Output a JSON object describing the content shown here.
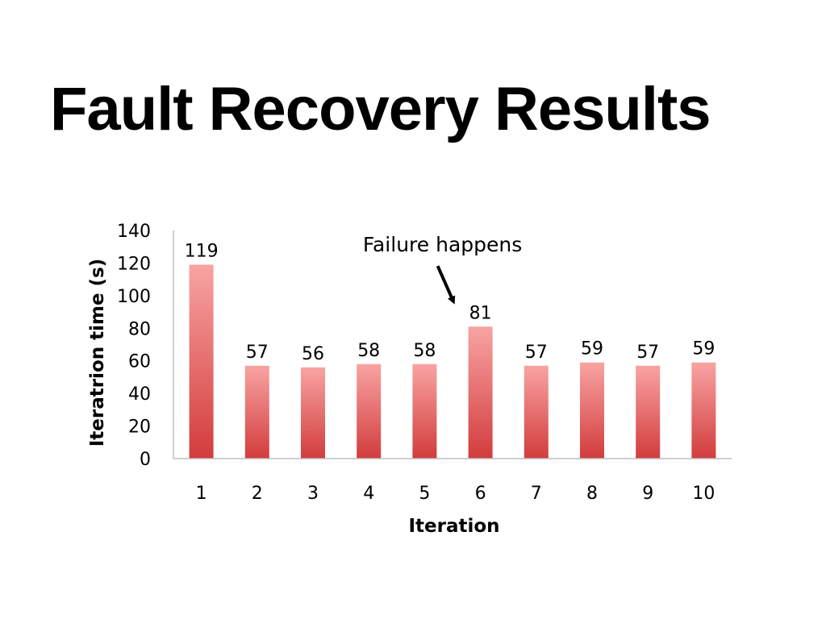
{
  "slide": {
    "title": "Fault Recovery Results"
  },
  "chart_data": {
    "type": "bar",
    "categories": [
      "1",
      "2",
      "3",
      "4",
      "5",
      "6",
      "7",
      "8",
      "9",
      "10"
    ],
    "values": [
      119,
      57,
      56,
      58,
      58,
      81,
      57,
      59,
      57,
      59
    ],
    "data_labels": [
      "119",
      "57",
      "56",
      "58",
      "58",
      "81",
      "57",
      "59",
      "57",
      "59"
    ],
    "xlabel": "Iteration",
    "ylabel": "Iteratrion time (s)",
    "ylim": [
      0,
      140
    ],
    "yticks": [
      0,
      20,
      40,
      60,
      80,
      100,
      120,
      140
    ],
    "grid": false,
    "legend": "none",
    "bar_color_top": "#f9a3a3",
    "bar_color_bottom": "#d23c3c",
    "annotation": {
      "text": "Failure happens",
      "points_to_category": "6"
    }
  }
}
